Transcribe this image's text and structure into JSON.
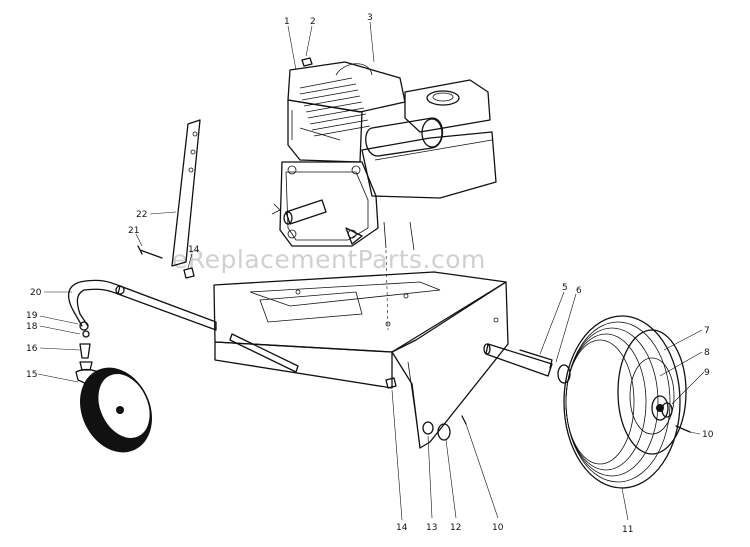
{
  "watermark": "eReplacementParts.com",
  "callouts": [
    {
      "id": "1",
      "text": "1"
    },
    {
      "id": "2",
      "text": "2"
    },
    {
      "id": "3",
      "text": "3"
    },
    {
      "id": "22",
      "text": "22"
    },
    {
      "id": "21",
      "text": "21"
    },
    {
      "id": "14a",
      "text": "14"
    },
    {
      "id": "20",
      "text": "20"
    },
    {
      "id": "19",
      "text": "19"
    },
    {
      "id": "18",
      "text": "18"
    },
    {
      "id": "16",
      "text": "16"
    },
    {
      "id": "15",
      "text": "15"
    },
    {
      "id": "5",
      "text": "5"
    },
    {
      "id": "6",
      "text": "6"
    },
    {
      "id": "7",
      "text": "7"
    },
    {
      "id": "8",
      "text": "8"
    },
    {
      "id": "9",
      "text": "9"
    },
    {
      "id": "10a",
      "text": "10"
    },
    {
      "id": "14b",
      "text": "14"
    },
    {
      "id": "13",
      "text": "13"
    },
    {
      "id": "12",
      "text": "12"
    },
    {
      "id": "10b",
      "text": "10"
    },
    {
      "id": "11",
      "text": "11"
    }
  ]
}
